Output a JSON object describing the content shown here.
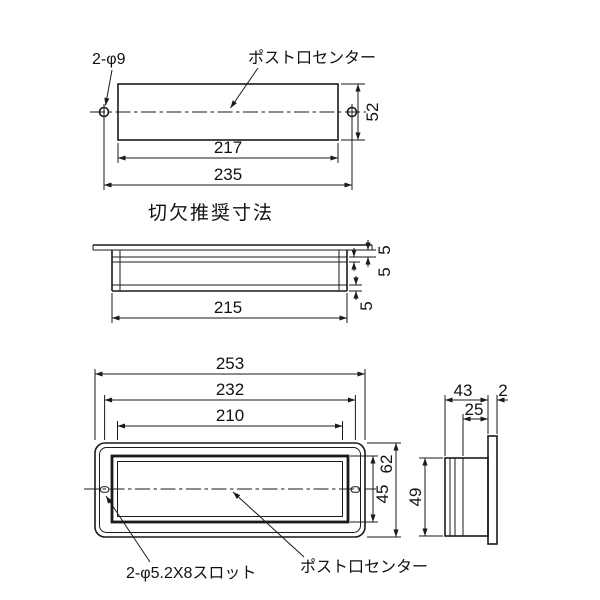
{
  "drawing": {
    "background": "#ffffff",
    "line_color": "#1a1a1a",
    "cutout_view": {
      "caption": "切欠推奨寸法",
      "holes_label": "2-φ9",
      "center_label": "ポスト口センター",
      "dim_inner_width": "217",
      "dim_overall_width": "235",
      "dim_height": "52"
    },
    "section_view": {
      "dim_width": "215",
      "dim_gap_top": "5",
      "dim_gap_mid": "5",
      "dim_gap_bottom": "5"
    },
    "front_view": {
      "slots_label": "2-φ5.2X8スロット",
      "center_label": "ポスト口センター",
      "dim_overall_width": "253",
      "dim_slot_span": "232",
      "dim_opening_width": "210",
      "dim_plate_height": "62",
      "dim_opening_height": "45"
    },
    "side_view": {
      "dim_depth": "43",
      "dim_plate_thickness": "2",
      "dim_inner_depth": "25",
      "dim_body_height": "49"
    }
  }
}
